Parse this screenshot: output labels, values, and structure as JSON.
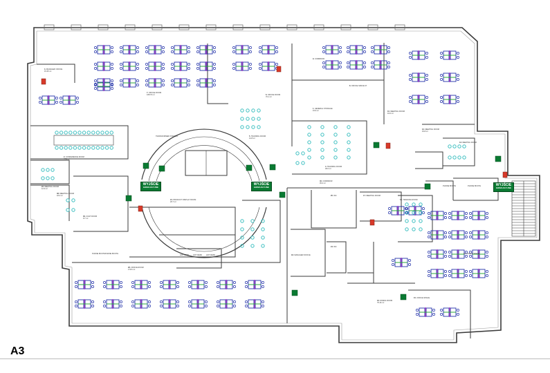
{
  "sheet": {
    "label": "A3"
  },
  "colors": {
    "wall": "#3a3a3a",
    "desk_blue": "#1f2fa8",
    "desk_purple": "#b03fc8",
    "desk_green": "#29a83b",
    "teal_chair": "#3bbfc0",
    "exit_green": "#0a7a32",
    "fire_red": "#d83a2a",
    "window": "#666666"
  },
  "icons": [
    "emergency-exit-sign-icon",
    "fire-extinguisher-icon"
  ],
  "exits": [
    {
      "title": "WYJŚCIE",
      "subtitle": "EWAKUACYJNE"
    },
    {
      "title": "WYJŚCIE",
      "subtitle": "EWAKUACYJNE"
    },
    {
      "title": "WYJŚCIE",
      "subtitle": "EWAKUACYJNE"
    }
  ],
  "rooms": [
    {
      "no": "3.",
      "name": "MANAGER OFFICE",
      "area": "15.25 m²"
    },
    {
      "no": "7.",
      "name": "OFFICE ROOM",
      "area": "168.70 m²"
    },
    {
      "no": "6.",
      "name": "OFFICE ROOM",
      "area": "70.1 m²"
    },
    {
      "no": "8.",
      "name": "OFFICE SPACE 07",
      "area": ""
    },
    {
      "no": "9.",
      "name": "CORRIDOR",
      "area": ""
    },
    {
      "no": "1.",
      "name": "GENERAL STORAGE",
      "area": "15.9 m²"
    },
    {
      "no": "10.",
      "name": "MEETING ROOM",
      "area": "16.0 m²"
    },
    {
      "no": "12.",
      "name": "MEETING ROOM",
      "area": "15.8 m²"
    },
    {
      "no": "13.",
      "name": "MEETING ROOM",
      "area": ""
    },
    {
      "no": "2.",
      "name": "CONFERENCE ROOM",
      "area": "47.2 m²"
    },
    {
      "no": "5.",
      "name": "TRAINING ROOM",
      "area": "14.8 m²"
    },
    {
      "no": "4.",
      "name": "TRAINING ROOM",
      "area": "36.0 m²"
    },
    {
      "no": "22.",
      "name": "MEETING ROOM",
      "area": "12.3 m²"
    },
    {
      "no": "38.",
      "name": "MEETING ROOM",
      "area": "18.4 m²"
    },
    {
      "no": "21.",
      "name": "PRODUCT DISPLAY ROOM",
      "area": "20.7 m²"
    },
    {
      "no": "30.",
      "name": "COAT ROOM",
      "area": "9.7 m²"
    },
    {
      "no": "40.",
      "name": "CORRIDOR",
      "area": "45.4 m²"
    },
    {
      "no": "26.",
      "name": "OFFICE ROOM",
      "area": "170.6 m²"
    },
    {
      "no": "17.",
      "name": "MEETING ROOM",
      "area": ""
    },
    {
      "no": "19.",
      "name": "TRAINING ROOM",
      "area": ""
    },
    {
      "no": "14.",
      "name": "OFFICE SPACE",
      "area": ""
    },
    {
      "no": "15.",
      "name": "OFFICE SPACE",
      "area": ""
    },
    {
      "no": "16.",
      "name": "DINING ROOM",
      "area": "75.16 m²"
    },
    {
      "no": "24.",
      "name": "WC",
      "area": ""
    },
    {
      "no": "25.",
      "name": "WC",
      "area": ""
    },
    {
      "no": "18.",
      "name": "MANAGER OFFICE",
      "area": ""
    }
  ],
  "small_labels": {
    "transformer": "TRANSFORMER STATION",
    "phone_booth_a": "PHONE BOOTH",
    "phone_booth_b": "PHONE BOOTH",
    "hot_desk_a": "HOT DESK",
    "hot_desk_b": "HOT DESK",
    "hot_desk_c": "HOT DESK",
    "phone_booth_c": "PHONE BOOTH",
    "phone_booth_d": "PHONE BOOTH"
  }
}
